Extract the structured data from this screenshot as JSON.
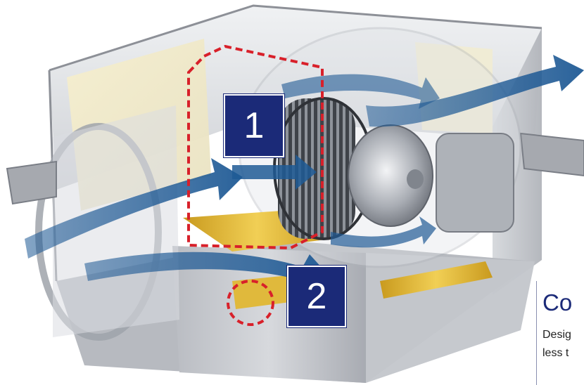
{
  "callouts": [
    {
      "number": "1"
    },
    {
      "number": "2"
    }
  ],
  "info_panel": {
    "title": "Co",
    "lines": [
      "Desig",
      "less t"
    ]
  },
  "colors": {
    "callout_box": "#1b2a78",
    "highlight_outline": "#d8202a",
    "airflow": "#1f5a95",
    "housing": "#c9ccd1",
    "filter": "#e2b83a"
  }
}
